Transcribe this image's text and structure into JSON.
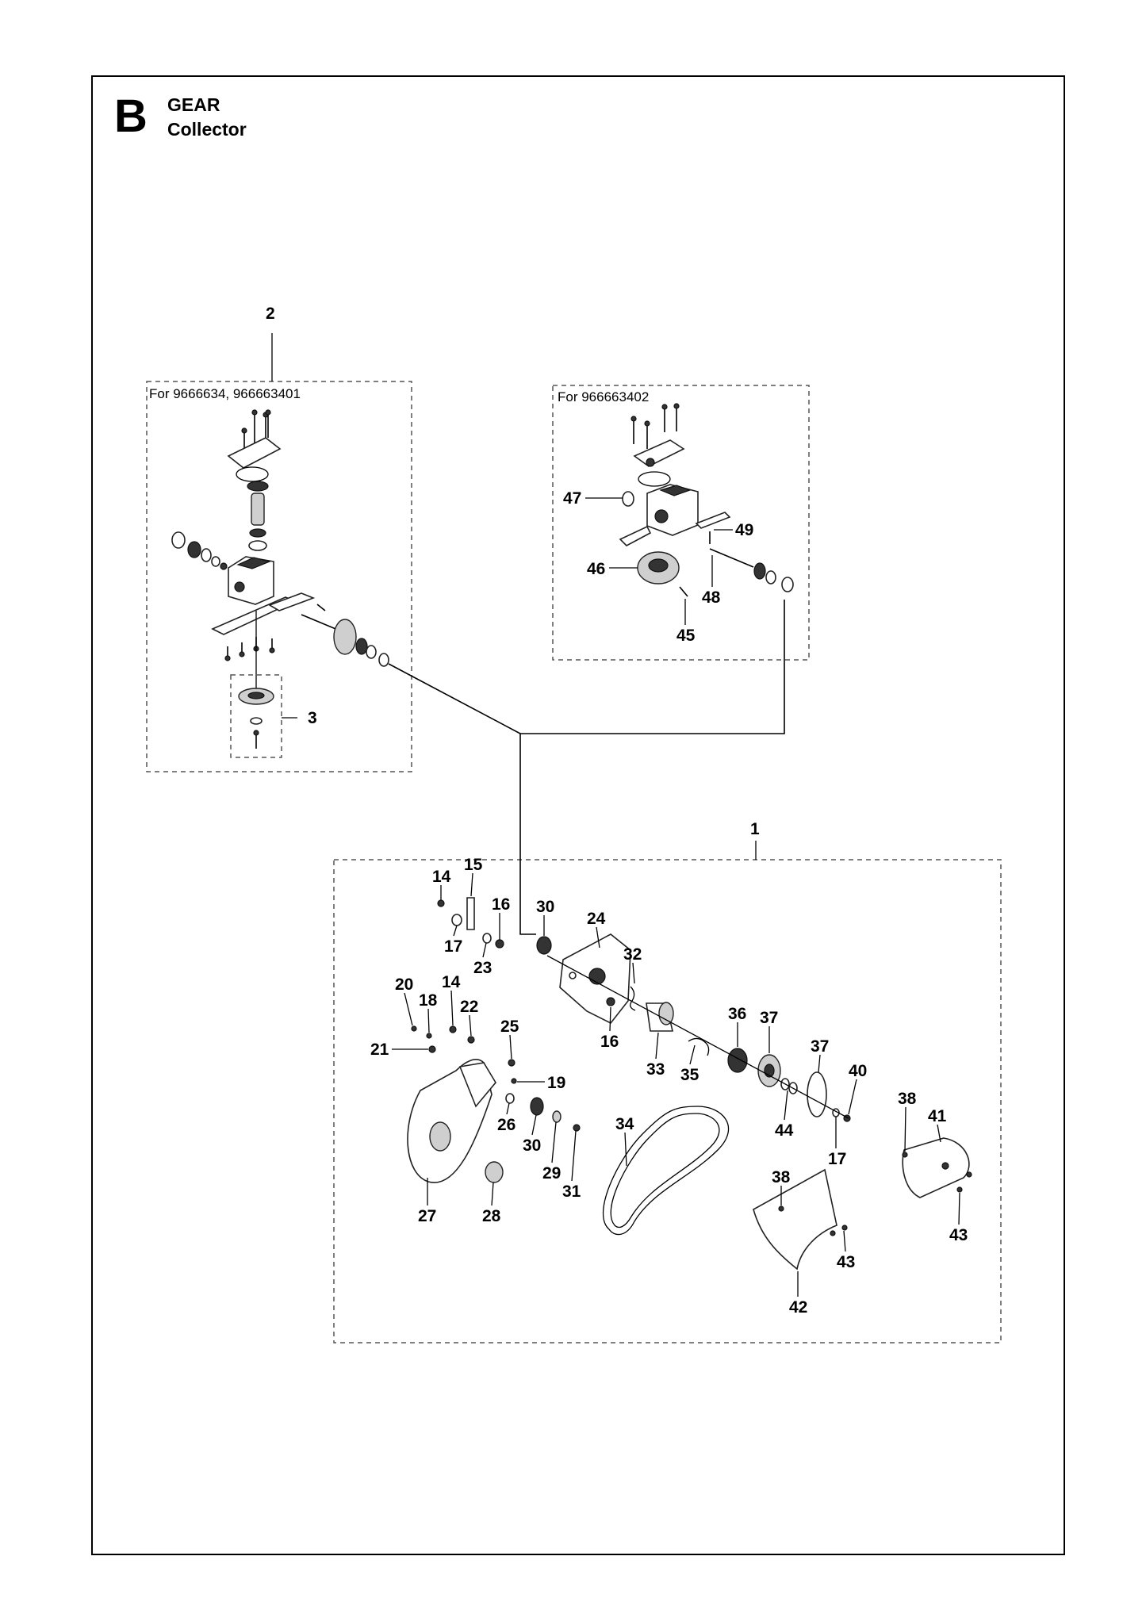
{
  "header": {
    "letter": "B",
    "title": "GEAR",
    "subtitle": "Collector"
  },
  "groups": {
    "left_caption": "For 9666634, 966663401",
    "right_caption": "For 966663402"
  },
  "callouts": {
    "c1": "1",
    "c2": "2",
    "c3": "3",
    "c47": "47",
    "c49": "49",
    "c46": "46",
    "c48": "48",
    "c45": "45",
    "c14a": "14",
    "c15": "15",
    "c16a": "16",
    "c30a": "30",
    "c24": "24",
    "c17a": "17",
    "c23": "23",
    "c32": "32",
    "c20": "20",
    "c14b": "14",
    "c18": "18",
    "c22": "22",
    "c25": "25",
    "c21": "21",
    "c19": "19",
    "c16b": "16",
    "c33": "33",
    "c35": "35",
    "c36": "36",
    "c37a": "37",
    "c37b": "37",
    "c40": "40",
    "c44": "44",
    "c17b": "17",
    "c26": "26",
    "c30b": "30",
    "c29": "29",
    "c31": "31",
    "c34": "34",
    "c27": "27",
    "c28": "28",
    "c38a": "38",
    "c41": "41",
    "c43a": "43",
    "c38b": "38",
    "c43b": "43",
    "c42": "42"
  }
}
